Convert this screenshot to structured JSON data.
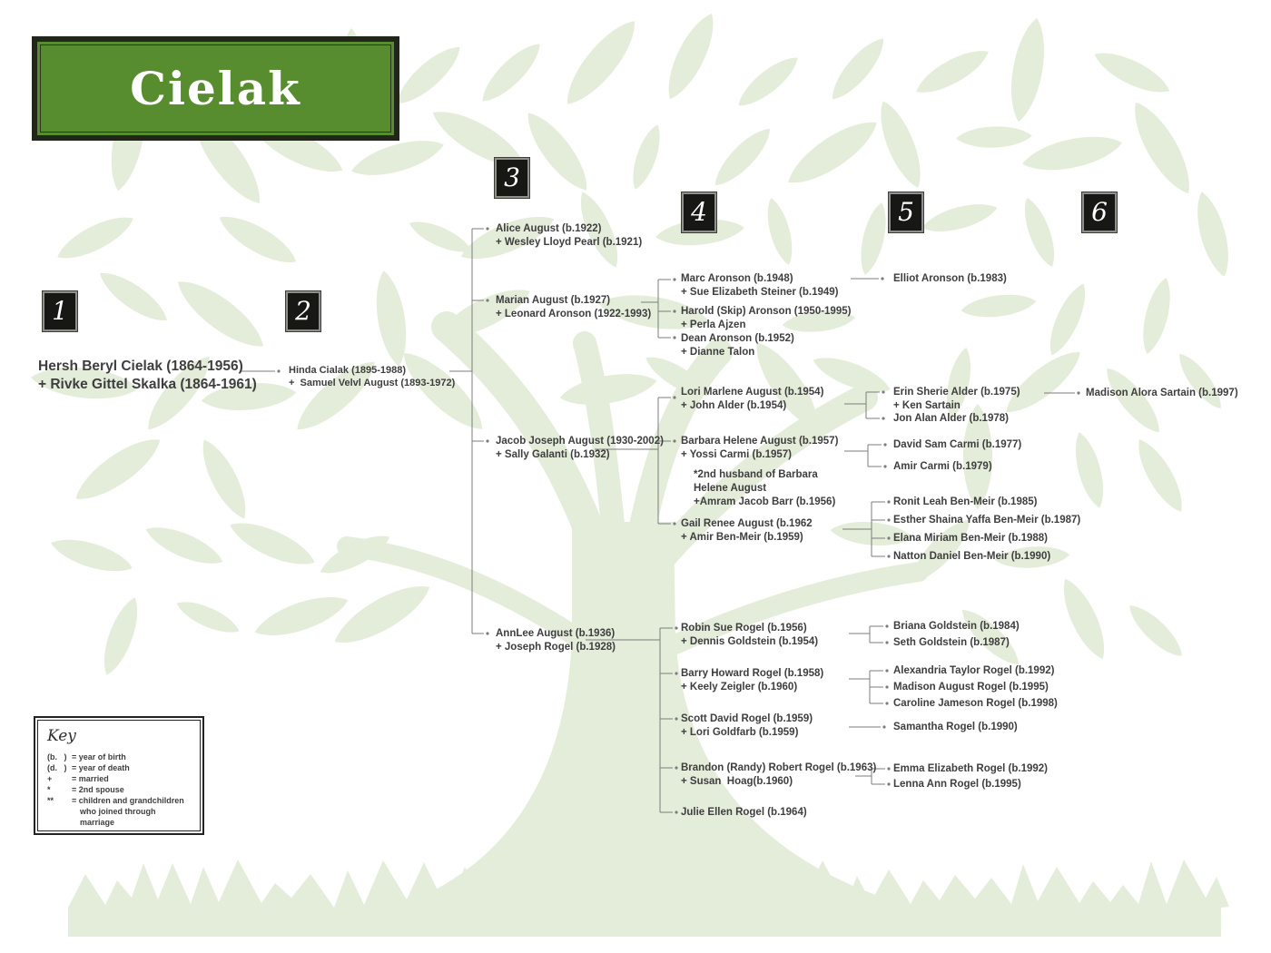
{
  "title": "Cielak",
  "colors": {
    "banner_green": "#578d2e",
    "leaf_green": "#e4edda",
    "line_gray": "#7d7d7d",
    "text_dark": "#3e3e3e",
    "number_box_black": "#171813"
  },
  "generation_labels": [
    "1",
    "2",
    "3",
    "4",
    "5",
    "6"
  ],
  "key": {
    "title": "Key",
    "entries": [
      {
        "symbol": "(b.   )",
        "meaning": "= year of birth"
      },
      {
        "symbol": "(d.   )",
        "meaning": "= year of death"
      },
      {
        "symbol": "+",
        "meaning": "= married"
      },
      {
        "symbol": "*",
        "meaning": "= 2nd spouse"
      },
      {
        "symbol": "**",
        "meaning": "= children and grandchildren"
      },
      {
        "symbol": "",
        "meaning": "who joined through marriage"
      }
    ]
  },
  "people": {
    "g1_hersh": {
      "lines": [
        "Hersh Beryl Cielak (1864-1956)",
        "+ Rivke Gittel Skalka (1864-1961)"
      ]
    },
    "g2_hinda": {
      "lines": [
        "Hinda Cialak (1895-1988)",
        "+  Samuel Velvl August (1893-1972)"
      ]
    },
    "g3_alice": {
      "lines": [
        "Alice August (b.1922)",
        "+ Wesley Lloyd Pearl (b.1921)"
      ]
    },
    "g3_marian": {
      "lines": [
        "Marian August (b.1927)",
        "+ Leonard Aronson (1922-1993)"
      ]
    },
    "g3_jacob": {
      "lines": [
        "Jacob Joseph August (1930-2002)",
        "+ Sally Galanti (b.1932)"
      ]
    },
    "g3_annlee": {
      "lines": [
        "AnnLee August (b.1936)",
        "+ Joseph Rogel (b.1928)"
      ]
    },
    "g4_marc": {
      "lines": [
        "Marc Aronson (b.1948)",
        "+ Sue Elizabeth Steiner (b.1949)"
      ]
    },
    "g4_harold": {
      "lines": [
        "Harold (Skip) Aronson (1950-1995)",
        "+ Perla Ajzen"
      ]
    },
    "g4_dean": {
      "lines": [
        "Dean Aronson (b.1952)",
        "+ Dianne Talon"
      ]
    },
    "g4_lori": {
      "lines": [
        "Lori Marlene August (b.1954)",
        "+ John Alder (b.1954)"
      ]
    },
    "g4_barbara": {
      "lines": [
        "Barbara Helene August (b.1957)",
        "+ Yossi Carmi (b.1957)"
      ]
    },
    "g4_note": {
      "lines": [
        "*2nd husband of Barbara",
        "Helene August",
        "+Amram Jacob Barr (b.1956)"
      ]
    },
    "g4_gail": {
      "lines": [
        "Gail Renee August (b.1962",
        "+ Amir Ben-Meir (b.1959)"
      ]
    },
    "g4_robin": {
      "lines": [
        "Robin Sue Rogel (b.1956)",
        "+ Dennis Goldstein (b.1954)"
      ]
    },
    "g4_barry": {
      "lines": [
        "Barry Howard Rogel (b.1958)",
        "+ Keely Zeigler (b.1960)"
      ]
    },
    "g4_scott": {
      "lines": [
        "Scott David Rogel (b.1959)",
        "+ Lori Goldfarb (b.1959)"
      ]
    },
    "g4_brandon": {
      "lines": [
        "Brandon (Randy) Robert Rogel (b.1963)",
        "+ Susan  Hoag(b.1960)"
      ]
    },
    "g4_julie": {
      "lines": [
        "Julie Ellen Rogel (b.1964)"
      ]
    },
    "g5_elliot": {
      "lines": [
        "Elliot Aronson (b.1983)"
      ]
    },
    "g5_erin": {
      "lines": [
        "Erin Sherie Alder (b.1975)",
        "+ Ken Sartain"
      ]
    },
    "g5_jon": {
      "lines": [
        "Jon Alan Alder (b.1978)"
      ]
    },
    "g5_david": {
      "lines": [
        "David Sam Carmi (b.1977)"
      ]
    },
    "g5_amir": {
      "lines": [
        "Amir Carmi (b.1979)"
      ]
    },
    "g5_ronit": {
      "lines": [
        "Ronit Leah Ben-Meir (b.1985)"
      ]
    },
    "g5_esther": {
      "lines": [
        "Esther Shaina Yaffa Ben-Meir (b.1987)"
      ]
    },
    "g5_elana": {
      "lines": [
        "Elana Miriam Ben-Meir (b.1988)"
      ]
    },
    "g5_natton": {
      "lines": [
        "Natton Daniel Ben-Meir (b.1990)"
      ]
    },
    "g5_briana": {
      "lines": [
        "Briana Goldstein (b.1984)"
      ]
    },
    "g5_seth": {
      "lines": [
        "Seth Goldstein (b.1987)"
      ]
    },
    "g5_alexandria": {
      "lines": [
        "Alexandria Taylor Rogel (b.1992)"
      ]
    },
    "g5_madison_aug": {
      "lines": [
        "Madison August Rogel (b.1995)"
      ]
    },
    "g5_caroline": {
      "lines": [
        "Caroline Jameson Rogel (b.1998)"
      ]
    },
    "g5_samantha": {
      "lines": [
        "Samantha Rogel (b.1990)"
      ]
    },
    "g5_emma": {
      "lines": [
        "Emma Elizabeth Rogel (b.1992)"
      ]
    },
    "g5_lenna": {
      "lines": [
        "Lenna Ann Rogel (b.1995)"
      ]
    },
    "g6_madison": {
      "lines": [
        "Madison Alora Sartain (b.1997)"
      ]
    }
  }
}
